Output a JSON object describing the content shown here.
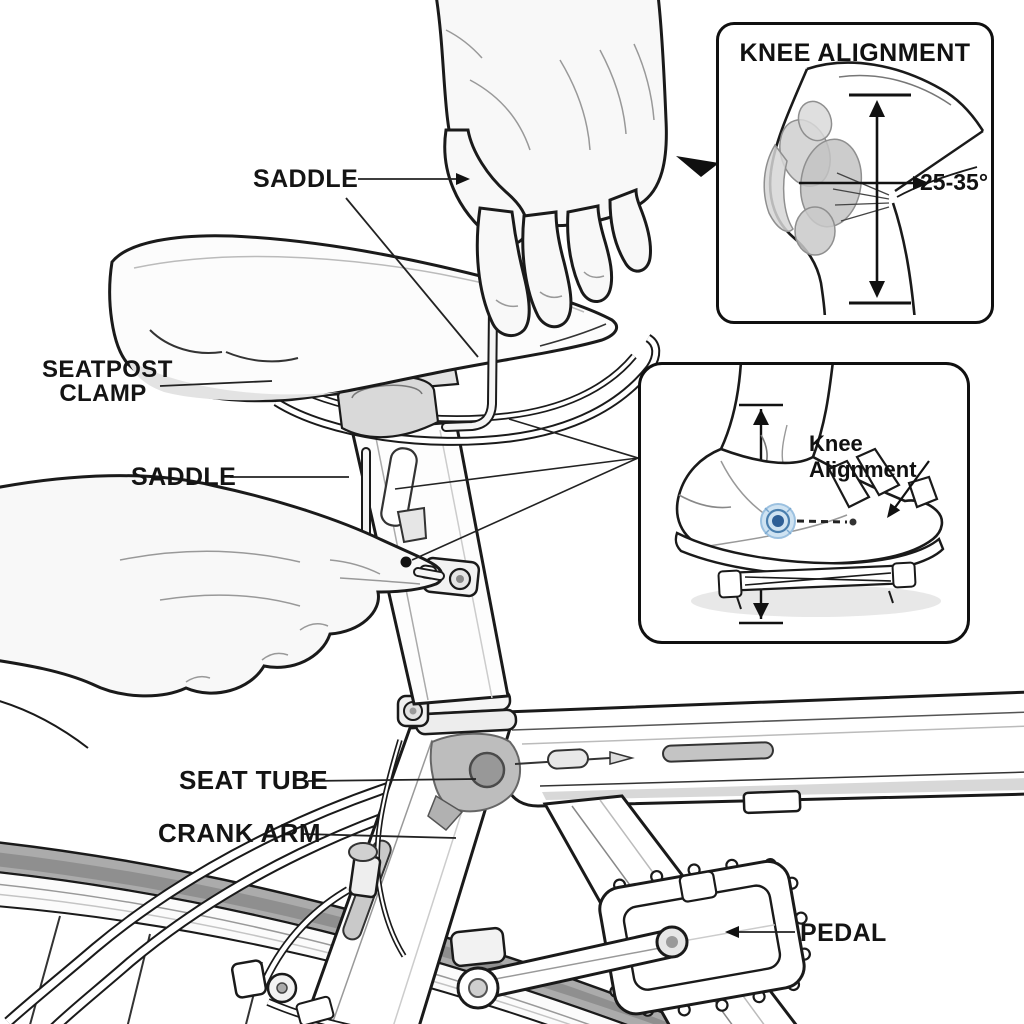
{
  "diagram": {
    "type": "bicycle saddle height and knee alignment fitting illustration",
    "labels": {
      "saddle_top": "SADDLE",
      "seatpost_clamp_line1": "SEATPOST",
      "seatpost_clamp_line2": "CLAMP",
      "saddle_mid": "SADDLE",
      "seat_tube": "SEAT TUBE",
      "crank_arm": "CRANK ARM",
      "pedal": "PEDAL"
    },
    "insets": {
      "knee": {
        "title": "KNEE ALIGNMENT",
        "angle_value": "25-35°"
      },
      "shoe": {
        "label": "Knee Alignment"
      }
    },
    "colors": {
      "line": "#1a1a1a",
      "background": "#ffffff",
      "skin_shade": "#f8f8f8",
      "shade_light": "#e3e3e3",
      "shade_mid": "#c4c4c4",
      "tire_gray": "#ababab",
      "accent_blue": "#2e5f96",
      "accent_blue_light": "#cfe3f2"
    }
  }
}
